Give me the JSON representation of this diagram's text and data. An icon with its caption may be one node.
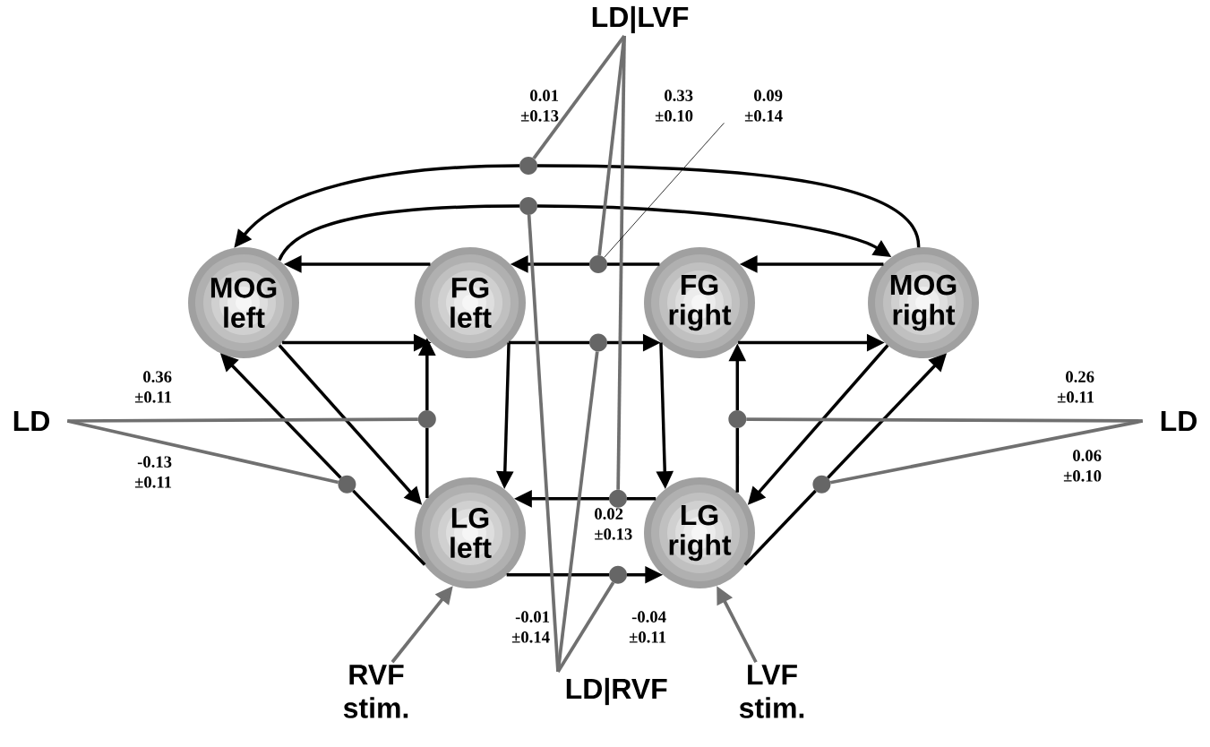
{
  "diagram": {
    "nodes": [
      {
        "text": [
          "LD|LVF"
        ]
      },
      {
        "text": [
          "0.09 ±0.14"
        ]
      },
      {
        "text": [],
        "shape": "circle"
      },
      {
        "text": [],
        "shape": "circle"
      },
      {
        "text": [
          "MOG left"
        ]
      },
      {
        "text": [
          "FG left"
        ]
      },
      {
        "text": [],
        "shape": "circle"
      },
      {
        "text": [
          "FG right"
        ]
      },
      {
        "text": [
          "MOG right"
        ]
      },
      {
        "text": [],
        "shape": "circle"
      },
      {
        "text": [
          "LD"
        ]
      },
      {
        "text": [],
        "shape": "circle"
      },
      {
        "text": [],
        "shape": "circle"
      },
      {
        "text": [
          "LD"
        ]
      },
      {
        "text": [],
        "shape": "circle"
      },
      {
        "text": [],
        "shape": "circle"
      },
      {
        "text": [],
        "shape": "circle"
      },
      {
        "text": [
          "LG left"
        ]
      },
      {
        "text": [
          "LG right"
        ]
      },
      {
        "text": [],
        "shape": "circle"
      },
      {
        "text": [
          "RVF stim."
        ]
      },
      {
        "text": [
          "LD|RVF"
        ]
      },
      {
        "text": [
          "LVF stim."
        ]
      }
    ],
    "edges": [
      {
        "from": 8,
        "to": 2,
        "arrow": "none"
      },
      {
        "from": 2,
        "to": 4,
        "arrow": "to"
      },
      {
        "from": 4,
        "to": 3,
        "arrow": "none"
      },
      {
        "from": 3,
        "to": 8,
        "arrow": "to"
      },
      {
        "from": 5,
        "to": 4,
        "arrow": "to"
      },
      {
        "from": 7,
        "to": 6,
        "arrow": "none"
      },
      {
        "from": 6,
        "to": 5,
        "arrow": "to"
      },
      {
        "from": 8,
        "to": 7,
        "arrow": "to"
      },
      {
        "from": 4,
        "to": 5,
        "arrow": "to"
      },
      {
        "from": 5,
        "to": 9,
        "arrow": "none"
      },
      {
        "from": 9,
        "to": 7,
        "arrow": "to"
      },
      {
        "from": 7,
        "to": 8,
        "arrow": "to"
      },
      {
        "from": 5,
        "to": 17,
        "arrow": "to"
      },
      {
        "from": 7,
        "to": 18,
        "arrow": "to"
      },
      {
        "from": 17,
        "to": 11,
        "arrow": "none"
      },
      {
        "from": 11,
        "to": 5,
        "arrow": "to"
      },
      {
        "from": 4,
        "to": 17,
        "arrow": "to"
      },
      {
        "from": 17,
        "to": 14,
        "arrow": "none"
      },
      {
        "from": 14,
        "to": 4,
        "arrow": "to"
      },
      {
        "from": 18,
        "to": 15,
        "arrow": "none"
      },
      {
        "from": 15,
        "to": 17,
        "arrow": "to"
      },
      {
        "from": 17,
        "to": 19,
        "arrow": "none"
      },
      {
        "from": 19,
        "to": 18,
        "arrow": "to"
      },
      {
        "from": 18,
        "to": 12,
        "arrow": "none"
      },
      {
        "from": 12,
        "to": 7,
        "arrow": "to"
      },
      {
        "from": 8,
        "to": 18,
        "arrow": "to"
      },
      {
        "from": 18,
        "to": 16,
        "arrow": "none"
      },
      {
        "from": 16,
        "to": 8,
        "arrow": "to"
      },
      {
        "from": 0,
        "to": 2,
        "arrow": "none",
        "label": "0.01 ±0.13",
        "color": "#707070"
      },
      {
        "from": 0,
        "to": 6,
        "arrow": "none",
        "color": "#707070"
      },
      {
        "from": 0,
        "to": 15,
        "arrow": "none",
        "label": "0.33 ±0.10",
        "color": "#707070"
      },
      {
        "from": 1,
        "to": 6,
        "arrow": "none"
      },
      {
        "from": 21,
        "to": 3,
        "arrow": "none",
        "label": "-0.01 ±0.14",
        "color": "#707070"
      },
      {
        "from": 21,
        "to": 9,
        "arrow": "none",
        "label": "0.02 ±0.13",
        "color": "#707070"
      },
      {
        "from": 21,
        "to": 19,
        "arrow": "none",
        "label": "-0.04 ±0.11",
        "color": "#707070"
      },
      {
        "from": 10,
        "to": 11,
        "arrow": "none",
        "label": "0.36 ±0.11",
        "color": "#707070"
      },
      {
        "from": 10,
        "to": 14,
        "arrow": "none",
        "label": "-0.13 ±0.11",
        "color": "#707070"
      },
      {
        "from": 13,
        "to": 12,
        "arrow": "none",
        "label": "0.26 ±0.11",
        "color": "#707070"
      },
      {
        "from": 13,
        "to": 16,
        "arrow": "none",
        "label": "0.06 ±0.10",
        "color": "#707070"
      },
      {
        "from": 20,
        "to": 17,
        "arrow": "to",
        "color": "#707070"
      },
      {
        "from": 22,
        "to": 18,
        "arrow": "to",
        "color": "#707070"
      }
    ]
  }
}
